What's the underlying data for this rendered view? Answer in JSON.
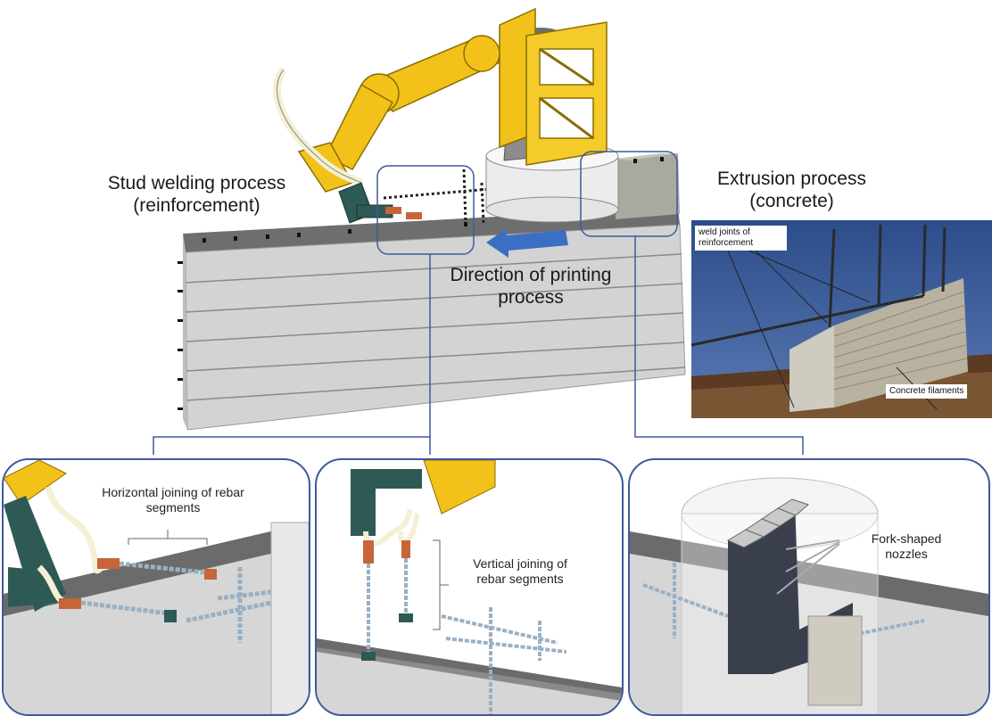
{
  "labels": {
    "stud_welding_line1": "Stud welding process",
    "stud_welding_line2": "(reinforcement)",
    "extrusion_line1": "Extrusion process",
    "extrusion_line2": "(concrete)",
    "direction_line1": "Direction of printing",
    "direction_line2": "process"
  },
  "photo": {
    "weld_label_line1": "weld joints of",
    "weld_label_line2": "reinforcement",
    "concrete_label": "Concrete filaments"
  },
  "detail_panels": {
    "horizontal_line1": "Horizontal joining of rebar",
    "horizontal_line2": "segments",
    "vertical_line1": "Vertical joining of",
    "vertical_line2": "rebar segments",
    "fork_line1": "Fork-shaped",
    "fork_line2": "nozzles"
  },
  "colors": {
    "robot_yellow": "#f2c21a",
    "weld_head_teal": "#2e5a56",
    "concrete_gray": "#cfcfcf",
    "callout_blue": "#3d5a9e",
    "direction_arrow": "#3b6fc4",
    "nozzle_dark": "#3a3f4e"
  }
}
